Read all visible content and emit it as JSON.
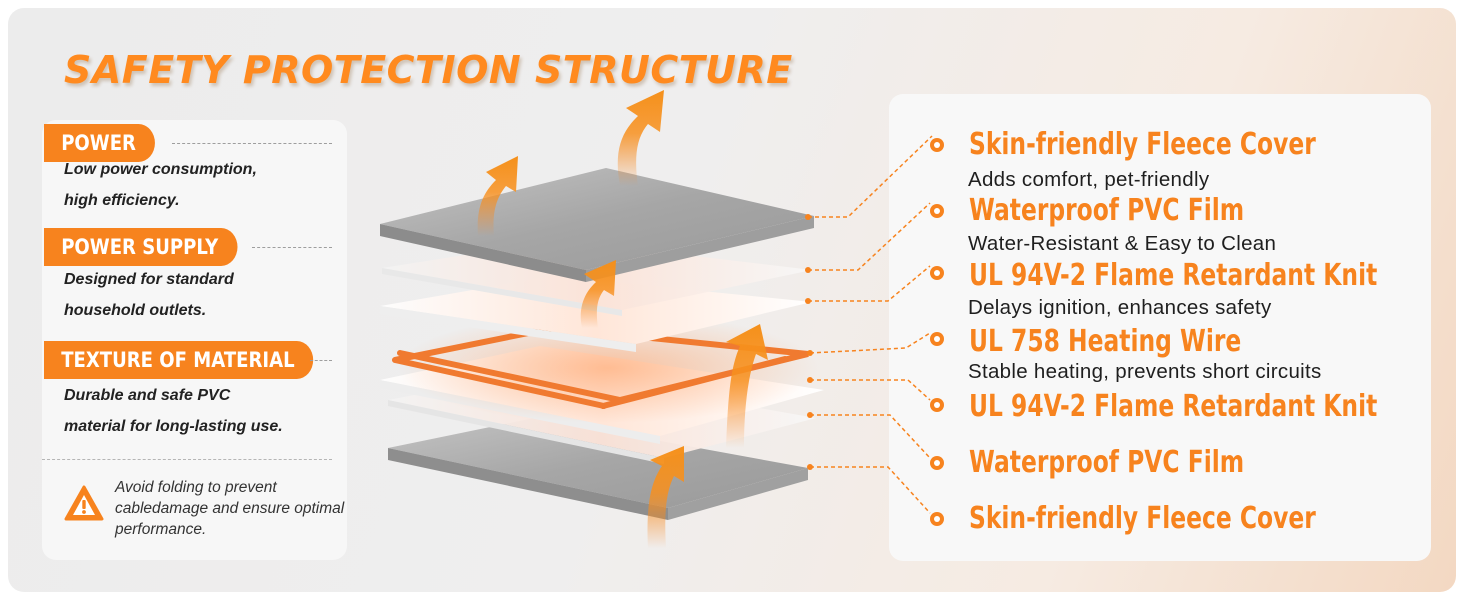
{
  "title": "SAFETY PROTECTION STRUCTURE",
  "left_panel": {
    "sections": [
      {
        "label": "POWER",
        "lines": [
          "Low power consumption,",
          "high efficiency."
        ]
      },
      {
        "label": "POWER SUPPLY",
        "lines": [
          "Designed for standard",
          "household outlets."
        ]
      },
      {
        "label": "TEXTURE OF MATERIAL",
        "lines": [
          "Durable and safe PVC",
          "material for long-lasting use."
        ]
      }
    ],
    "warning": {
      "icon": "warning-triangle-icon",
      "text": "Avoid folding to prevent cabledamage and ensure optimal performance."
    }
  },
  "layers": [
    {
      "name": "Skin-friendly Fleece Cover",
      "desc": "Adds comfort, pet-friendly"
    },
    {
      "name": "Waterproof PVC Film",
      "desc": "Water-Resistant & Easy to Clean"
    },
    {
      "name": "UL 94V-2 Flame Retardant Knit",
      "desc": "Delays ignition, enhances safety"
    },
    {
      "name": "UL 758 Heating Wire",
      "desc": "Stable heating, prevents short circuits"
    },
    {
      "name": "UL 94V-2 Flame Retardant Knit",
      "desc": ""
    },
    {
      "name": "Waterproof PVC Film",
      "desc": ""
    },
    {
      "name": "Skin-friendly Fleece Cover",
      "desc": ""
    }
  ],
  "colors": {
    "accent": "#f7831e",
    "fleece": "#a9a9a9",
    "wire": "#f07a30"
  }
}
